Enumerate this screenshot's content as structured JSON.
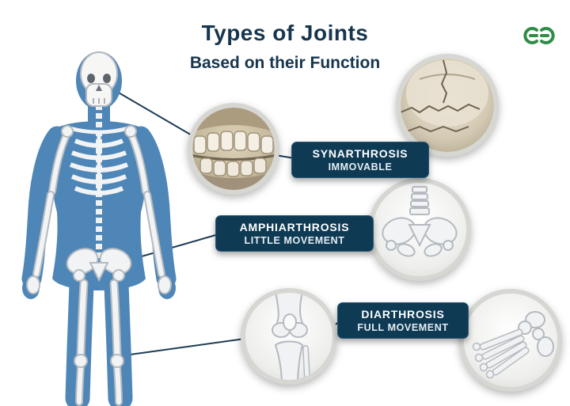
{
  "header": {
    "title": "Types of Joints",
    "subtitle": "Based on their Function"
  },
  "logo": {
    "name": "geeksforgeeks-logo",
    "color": "#2f8d46"
  },
  "labels": [
    {
      "term": "SYNARTHROSIS",
      "desc": "IMMOVABLE"
    },
    {
      "term": "AMPHIARTHROSIS",
      "desc": "LITTLE MOVEMENT"
    },
    {
      "term": "DIARTHROSIS",
      "desc": "FULL MOVEMENT"
    }
  ],
  "figures": [
    {
      "icon": "human-skeleton-figure"
    },
    {
      "icon": "jaw-teeth-figure"
    },
    {
      "icon": "skull-sutures-figure"
    },
    {
      "icon": "pelvis-joint-figure"
    },
    {
      "icon": "knee-joint-figure"
    },
    {
      "icon": "foot-bones-figure"
    }
  ],
  "colors": {
    "navy": "#16354e",
    "label_bg": "#0e3a54",
    "body_blue": "#4e86b7",
    "bone_white": "#f2f3f4",
    "bone_outline": "#b4bac0",
    "bone_tan": "#cdbfa4",
    "logo_green": "#2f8d46"
  }
}
